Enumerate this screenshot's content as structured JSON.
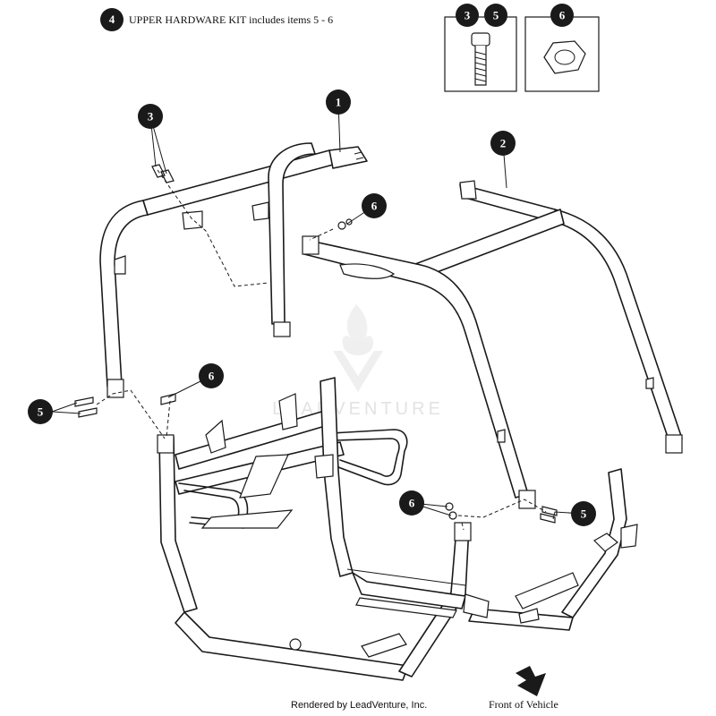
{
  "kit": {
    "number": "4",
    "text": "UPPER HARDWARE KIT includes items 5 - 6"
  },
  "inset_callouts": {
    "bolt_left": "3",
    "bolt_right": "5",
    "nut": "6"
  },
  "callouts": {
    "item1": "1",
    "item2": "2",
    "item3": "3",
    "item5_left": "5",
    "item5_right": "5",
    "item6_top": "6",
    "item6_mid": "6",
    "item6_low": "6"
  },
  "watermark": "LEADVENTURE",
  "footer": {
    "credit": "Rendered by LeadVenture, Inc.",
    "front": "Front of Vehicle"
  },
  "icons": [
    "callout-badge",
    "bolt-icon",
    "nut-icon",
    "direction-arrow-icon",
    "flame-logo-icon"
  ]
}
